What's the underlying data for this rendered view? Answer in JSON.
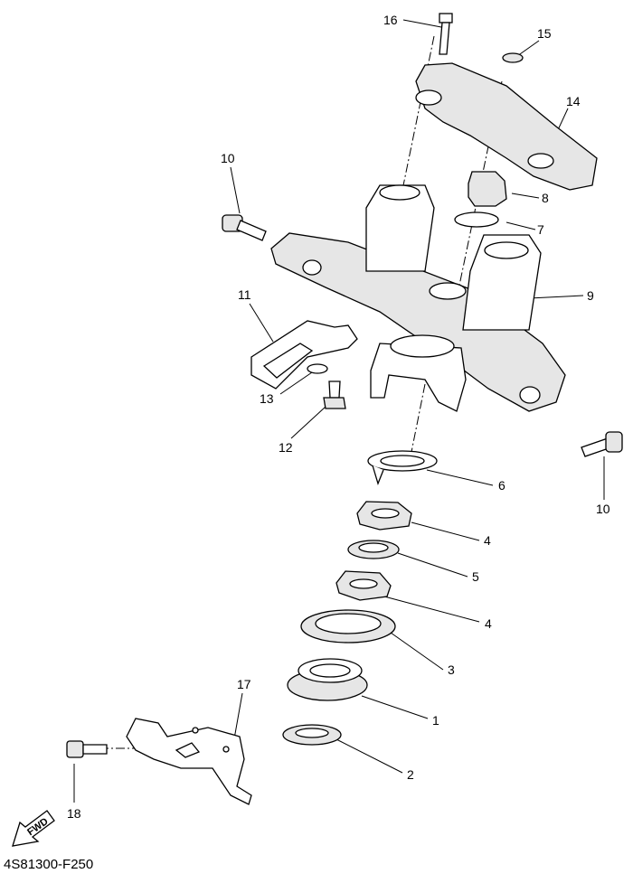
{
  "diagram_code": "4S81300-F250",
  "fwd_label": "FWD",
  "callouts": [
    "16",
    "15",
    "14",
    "10",
    "8",
    "7",
    "9",
    "11",
    "13",
    "12",
    "10",
    "6",
    "4",
    "5",
    "4",
    "3",
    "1",
    "2",
    "17",
    "18"
  ]
}
